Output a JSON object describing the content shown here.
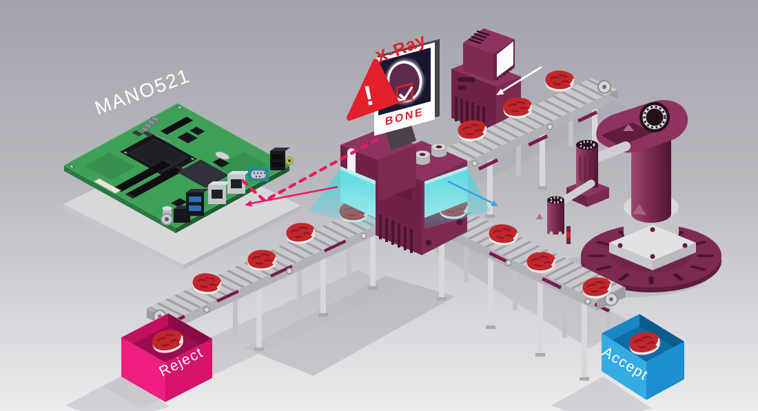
{
  "labels": {
    "board": "MANO521",
    "xray": "X-Ray",
    "detection": "BONE",
    "reject": "Reject",
    "accept": "Accept"
  },
  "icons": {
    "alert": "warning-triangle-icon",
    "detection_ok": "checkmark-icon",
    "product": "steak-icon",
    "infeed_direction": "arrow-white-left",
    "reject_direction": "arrow-magenta-left",
    "accept_direction": "arrow-blue-right",
    "data_link": "dotted-magenta-line"
  },
  "colors": {
    "bgTop": "#a3a3ab",
    "bgBottom": "#ececee",
    "maroon": "#7d2a50",
    "maroonDk": "#6e2346",
    "maroonDkr": "#5f1d3b",
    "maroonDeep": "#4a1430",
    "maroonLt": "#8e3360",
    "maroonHi": "#9a4a6e",
    "maroonPale": "#b06a8a",
    "pink": "#ee1f80",
    "pinkDk": "#d8136e",
    "pinkDeep": "#9c0d50",
    "pinkWall": "#c4115f",
    "pinkWallDk": "#8a0a45",
    "magenta": "#ea1a62",
    "blue": "#35abe4",
    "blueDk": "#1b8fd0",
    "blueDeep": "#0f6da6",
    "blueWall": "#1a86c4",
    "blueWallDk": "#0b5c8d",
    "arrowBlue": "#3aa0e8",
    "cyan": "#49d6de",
    "cyanLt": "#b9f6f4",
    "red": "#e3202a",
    "steakRed": "#c1272d",
    "steakDk": "#871a20",
    "fat": "#f2ede7",
    "belt": "#c9c9cd",
    "beltRib": "#a0a0a8",
    "beltSide": "#b2b2b8",
    "beltEnd": "#9e9ea5",
    "leg": "#d8d8da",
    "legBack": "#c2c2c7",
    "legShade": "#aaaab0",
    "metal": "#d6d6da",
    "metalDk": "#93939a",
    "screenNavy": "#1b1630",
    "screenOval": "#5c2b4e",
    "frameDk": "#4b4149",
    "pcb": "#3fa057",
    "pcbDk": "#2c7a41",
    "pcbEdge": "#1e5e30",
    "pcbEdge2": "#2a7a42",
    "comp": "#17171b",
    "comp2": "#2f2f38",
    "silver": "#c3c7cc",
    "silverLt": "#dde0e3",
    "ivory": "#e8e4d8",
    "usbBlue": "#2b6fb8",
    "teal": "#1f8f9b",
    "shadow": "#a3a3ac",
    "white": "#ffffff"
  }
}
